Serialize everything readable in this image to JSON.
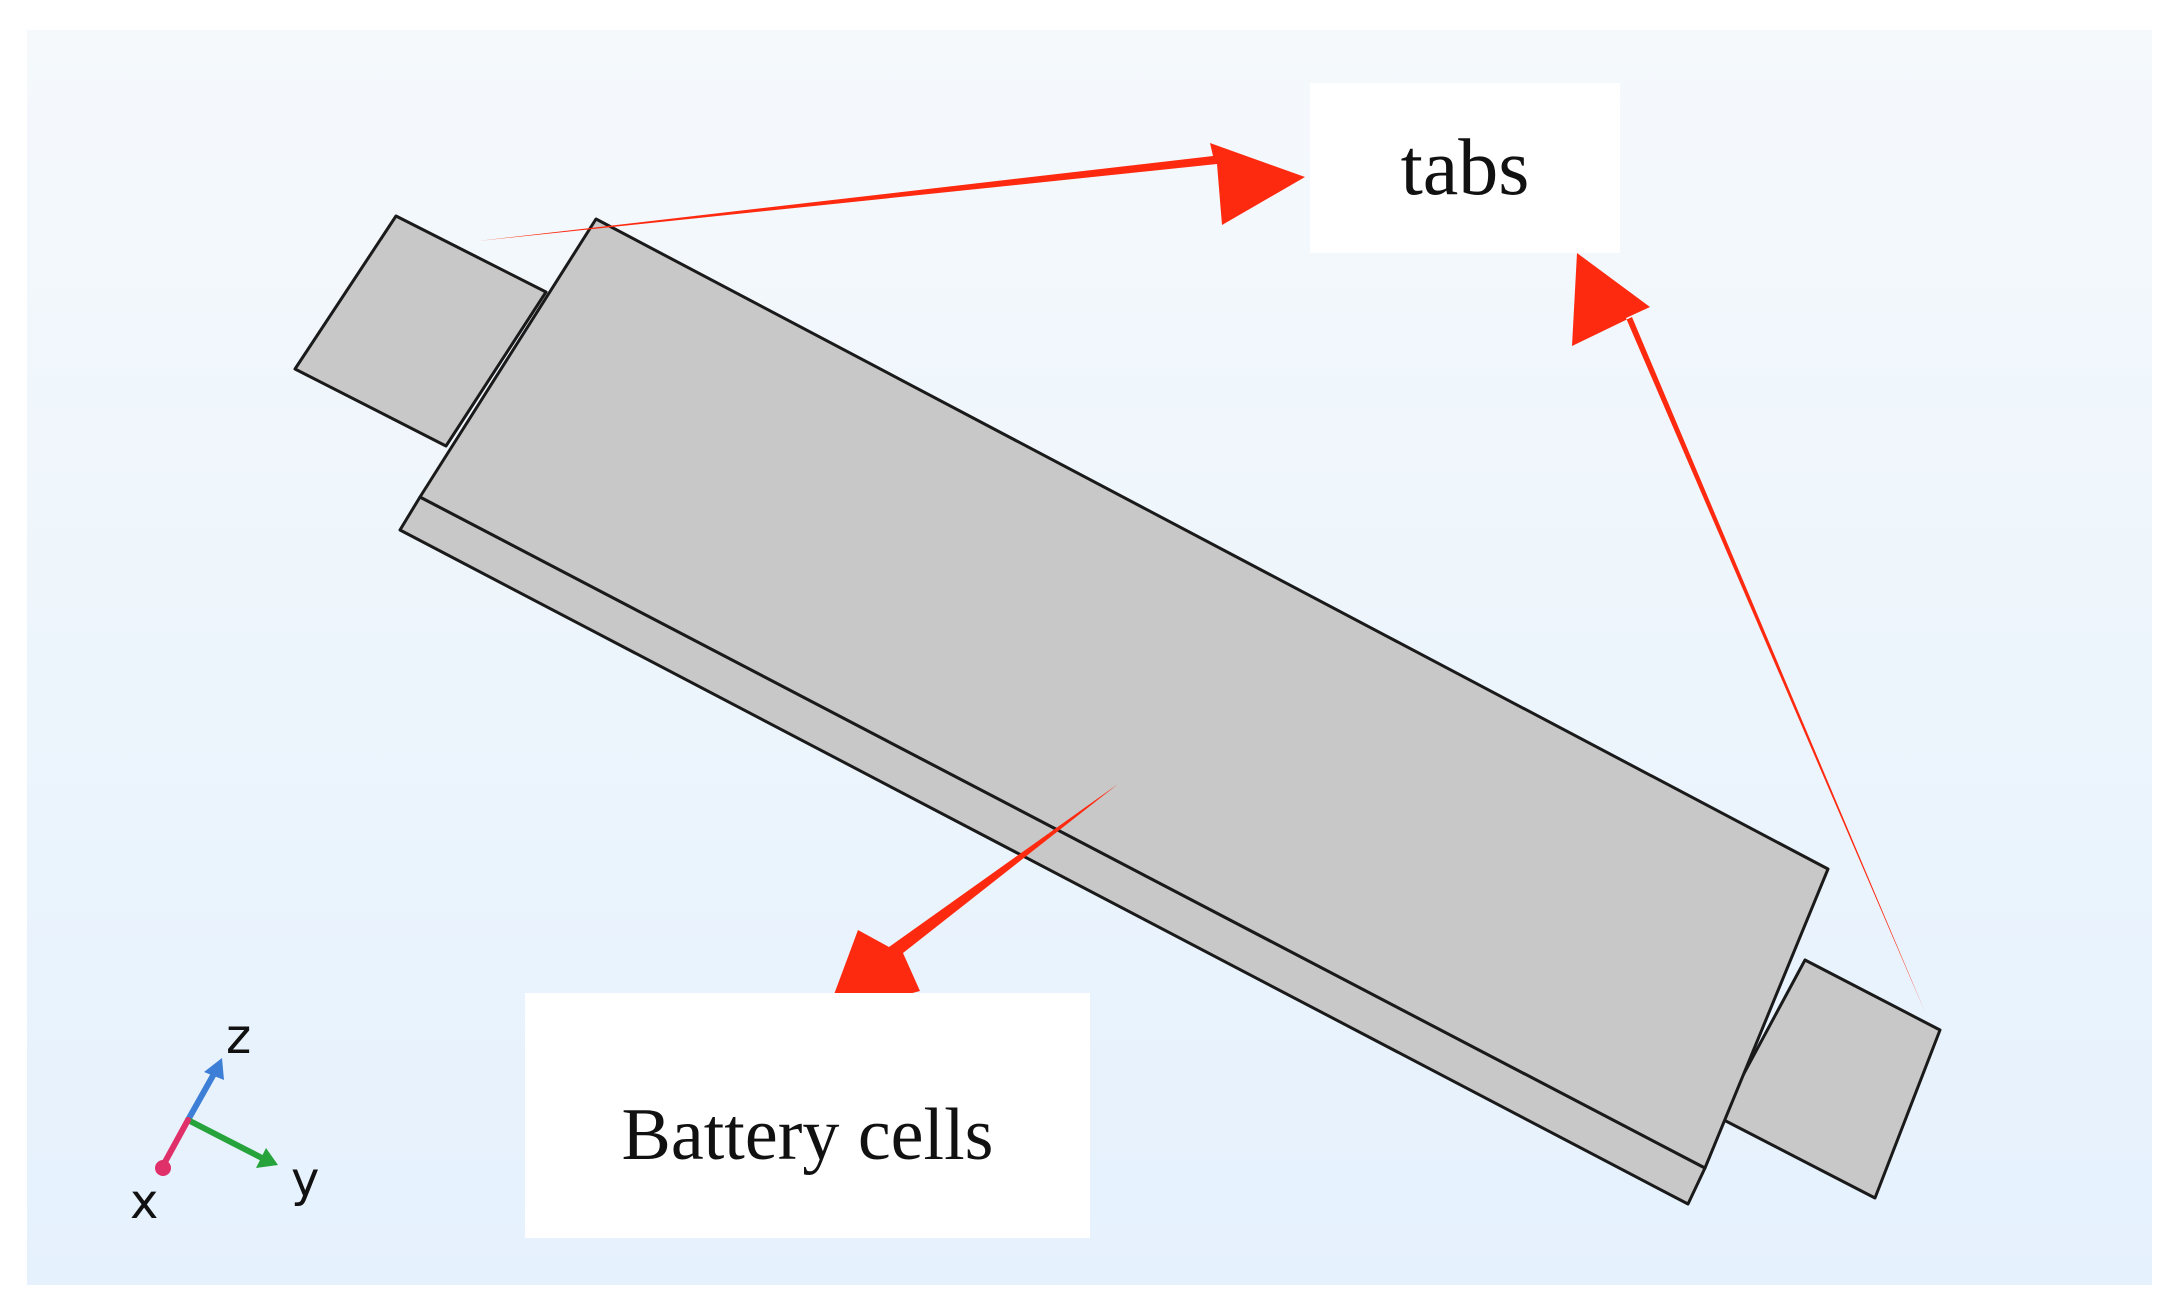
{
  "labels": {
    "tabs": "tabs",
    "battery_cells": "Battery cells"
  },
  "axes": {
    "z": "z",
    "y": "y",
    "x": "x"
  },
  "colors": {
    "background_top": "#f4f8fc",
    "background_bottom": "#e6f1fd",
    "body_fill": "#c8c8c8",
    "edge": "#1a1a1a",
    "arrow": "#fe2a10",
    "axis_z": "#3d7fd6",
    "axis_y": "#27a33c",
    "axis_x": "#e0306a"
  }
}
